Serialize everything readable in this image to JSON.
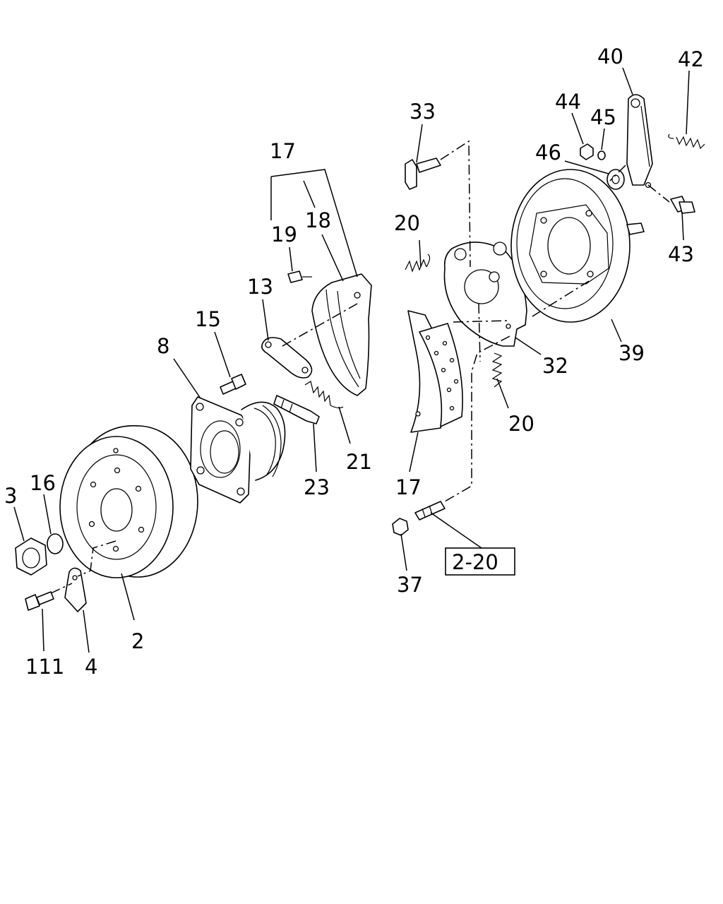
{
  "callouts": [
    {
      "id": "c40",
      "label": "40"
    },
    {
      "id": "c42",
      "label": "42"
    },
    {
      "id": "c44",
      "label": "44"
    },
    {
      "id": "c45",
      "label": "45"
    },
    {
      "id": "c46",
      "label": "46"
    },
    {
      "id": "c33",
      "label": "33"
    },
    {
      "id": "c17a",
      "label": "17"
    },
    {
      "id": "c18",
      "label": "18"
    },
    {
      "id": "c19",
      "label": "19"
    },
    {
      "id": "c20a",
      "label": "20"
    },
    {
      "id": "c13",
      "label": "13"
    },
    {
      "id": "c15",
      "label": "15"
    },
    {
      "id": "c8",
      "label": "8"
    },
    {
      "id": "c43",
      "label": "43"
    },
    {
      "id": "c39",
      "label": "39"
    },
    {
      "id": "c32",
      "label": "32"
    },
    {
      "id": "c20b",
      "label": "20"
    },
    {
      "id": "c21",
      "label": "21"
    },
    {
      "id": "c23",
      "label": "23"
    },
    {
      "id": "c17b",
      "label": "17"
    },
    {
      "id": "c3",
      "label": "3"
    },
    {
      "id": "c16",
      "label": "16"
    },
    {
      "id": "c37",
      "label": "37"
    },
    {
      "id": "c2",
      "label": "2"
    },
    {
      "id": "c111",
      "label": "111"
    },
    {
      "id": "c4",
      "label": "4"
    }
  ],
  "reference_box": {
    "label": "2-20"
  }
}
